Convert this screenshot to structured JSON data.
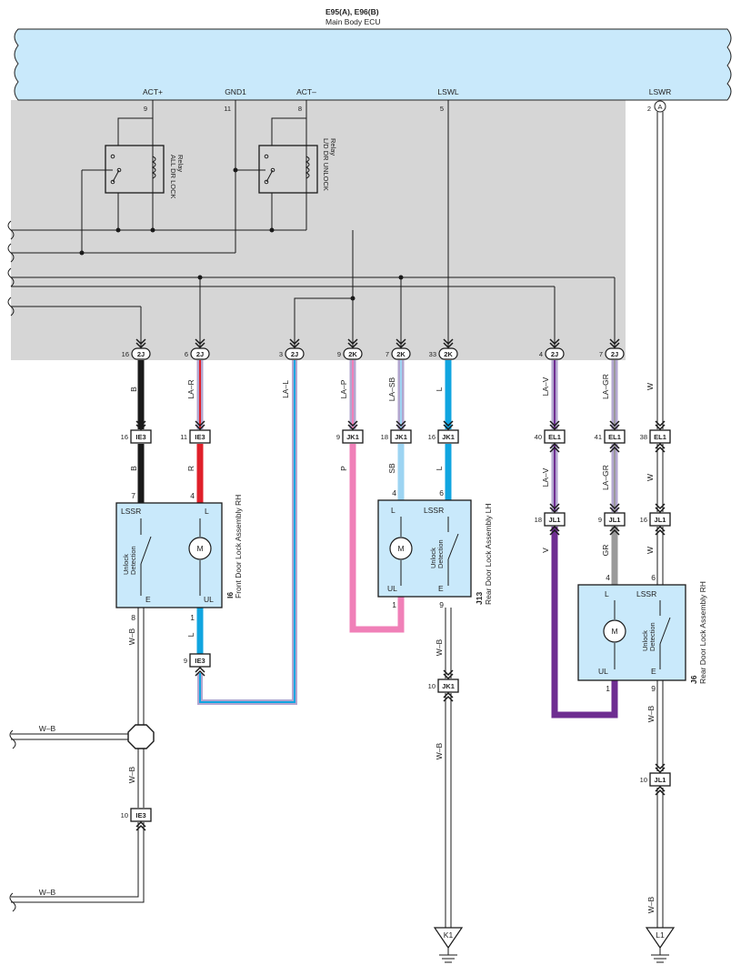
{
  "header": {
    "connectors": "E95(A), E96(B)",
    "ecu_name": "Main Body ECU"
  },
  "ecu_pins": [
    {
      "label": "ACT+",
      "num": "9"
    },
    {
      "label": "GND1",
      "num": "11"
    },
    {
      "label": "ACT–",
      "num": "8"
    },
    {
      "label": "LSWL",
      "num": "5"
    },
    {
      "label": "LSWR",
      "num": "2",
      "connector": "A"
    }
  ],
  "relays": [
    {
      "line1": "ALL DR LOCK",
      "line2": "Relay"
    },
    {
      "line1": "L/D DR UNLOCK",
      "line2": "Relay"
    }
  ],
  "bottom_connectors": [
    {
      "pin": "16",
      "conn": "2J"
    },
    {
      "pin": "6",
      "conn": "2J"
    },
    {
      "pin": "3",
      "conn": "2J"
    },
    {
      "pin": "9",
      "conn": "2K"
    },
    {
      "pin": "7",
      "conn": "2K"
    },
    {
      "pin": "33",
      "conn": "2K"
    },
    {
      "pin": "4",
      "conn": "2J"
    },
    {
      "pin": "7",
      "conn": "2J"
    }
  ],
  "wires": {
    "w1": "B",
    "w2": "LA–R",
    "w3": "LA–L",
    "w4": "LA–P",
    "w5": "LA–SB",
    "w6": "L",
    "w7": "LA–V",
    "w8": "LA–GR",
    "w9": "W",
    "w1b": "B",
    "w2b": "R",
    "w4b": "P",
    "w5b": "SB",
    "w6b": "L",
    "w7b": "LA–V",
    "w8b": "LA–GR",
    "w9b": "W",
    "w7c": "V",
    "w8c": "GR",
    "w9c": "W",
    "fl_e": "W–B",
    "fl_ul": "L",
    "fl_branch": "W–B",
    "fl_left1": "W–B",
    "fl_left2": "W–B",
    "rl_e": "W–B",
    "rl_e2": "W–B",
    "rr_e": "W–B",
    "rr_e2": "W–B"
  },
  "inline_connectors": [
    {
      "pin": "16",
      "conn": "IE3"
    },
    {
      "pin": "11",
      "conn": "IE3"
    },
    {
      "pin": "9",
      "conn": "JK1"
    },
    {
      "pin": "18",
      "conn": "JK1"
    },
    {
      "pin": "16",
      "conn": "JK1"
    },
    {
      "pin": "40",
      "conn": "EL1"
    },
    {
      "pin": "41",
      "conn": "EL1"
    },
    {
      "pin": "38",
      "conn": "EL1"
    },
    {
      "pin": "18",
      "conn": "JL1"
    },
    {
      "pin": "9",
      "conn": "JL1"
    },
    {
      "pin": "16",
      "conn": "JL1"
    },
    {
      "pin": "9",
      "conn": "IE3"
    },
    {
      "pin": "10",
      "conn": "JK1"
    },
    {
      "pin": "10",
      "conn": "IE3"
    },
    {
      "pin": "10",
      "conn": "JL1"
    }
  ],
  "components": {
    "front_rh": {
      "id": "I6",
      "name": "Front Door Lock Assembly RH",
      "pin_top_l": "7",
      "pin_top_r": "4",
      "pin_bot_l": "8",
      "pin_bot_r": "1",
      "lssr": "LSSR",
      "l": "L",
      "e": "E",
      "ul": "UL",
      "det1": "Unlock",
      "det2": "Detection",
      "motor": "M"
    },
    "rear_lh": {
      "id": "J13",
      "name": "Rear Door Lock Assembly LH",
      "pin_top_l": "4",
      "pin_top_r": "6",
      "pin_bot_l": "1",
      "pin_bot_r": "9",
      "lssr": "LSSR",
      "l": "L",
      "e": "E",
      "ul": "UL",
      "det1": "Unlock",
      "det2": "Detection",
      "motor": "M"
    },
    "rear_rh": {
      "id": "J6",
      "name": "Rear Door Lock Assembly RH",
      "pin_top_l": "4",
      "pin_top_r": "6",
      "pin_bot_l": "1",
      "pin_bot_r": "9",
      "lssr": "LSSR",
      "l": "L",
      "e": "E",
      "ul": "UL",
      "det1": "Unlock",
      "det2": "Detection",
      "motor": "M"
    }
  },
  "grounds": [
    {
      "label": "K1"
    },
    {
      "label": "L1"
    }
  ],
  "colors": {
    "ecu_fill": "#c9e9fb",
    "panel_fill": "#d6d6d6",
    "component_fill": "#c9e9fb",
    "wire_black": "#1a1a1a",
    "wire_red": "#e0202a",
    "wire_blue": "#10a5e0",
    "wire_pink": "#f080b8",
    "wire_skyblue": "#9dd4f2",
    "wire_violet": "#6e2d91",
    "wire_gray": "#9a9a9a",
    "wire_lavender": "#b2a6cf"
  }
}
